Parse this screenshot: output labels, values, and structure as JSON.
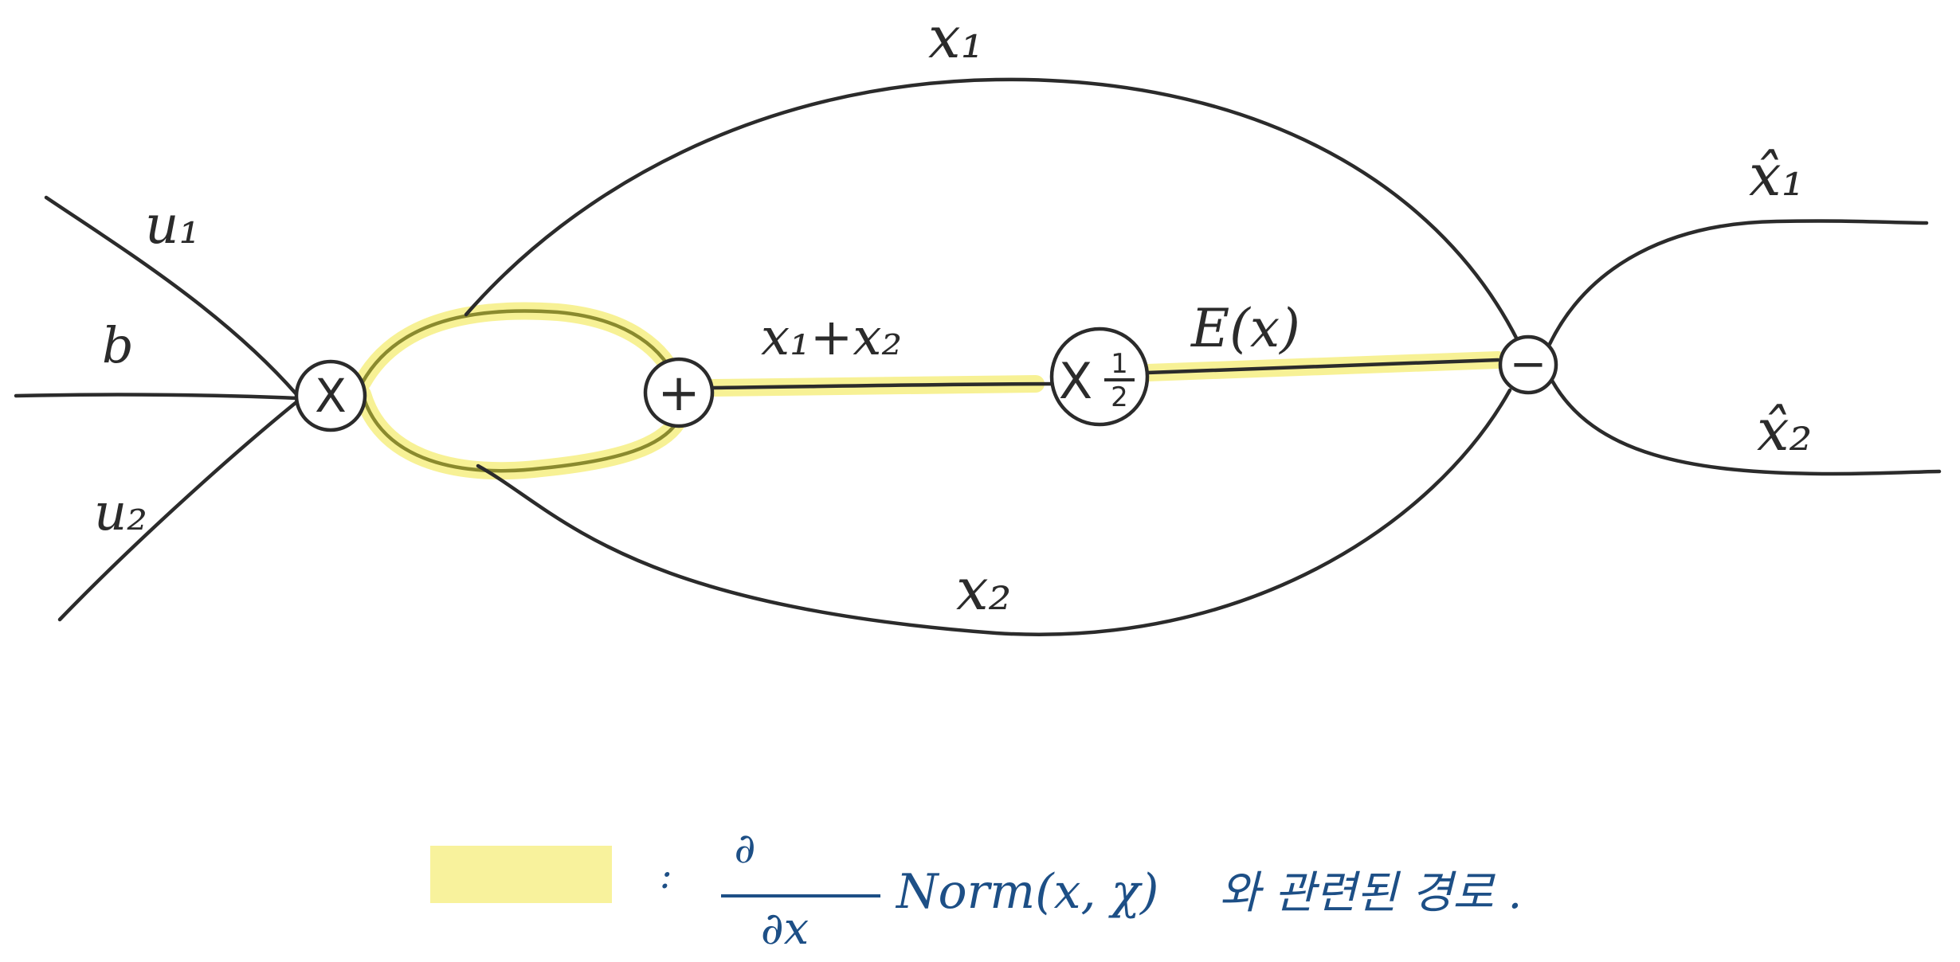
{
  "diagram": {
    "inputs": {
      "u1": "u₁",
      "b": "b",
      "u2": "u₂"
    },
    "edges": {
      "x1": "x₁",
      "x2": "x₂",
      "sum": "x₁+x₂",
      "mean": "E(x)"
    },
    "outputs": {
      "x1_hat": "x̂₁",
      "x2_hat": "x̂₂"
    },
    "nodes": {
      "mul": "X",
      "add": "+",
      "half_op": "X",
      "half_num": "1",
      "half_den": "2",
      "sub": "−"
    }
  },
  "legend": {
    "colon": ":",
    "frac_num": "∂",
    "frac_den": "∂x",
    "expression": "Norm(x, χ)",
    "description": "와 관련된 경로 ."
  },
  "colors": {
    "ink": "#2b2b2b",
    "highlight": "#f6ef8a",
    "legend_ink": "#1d4f86"
  }
}
